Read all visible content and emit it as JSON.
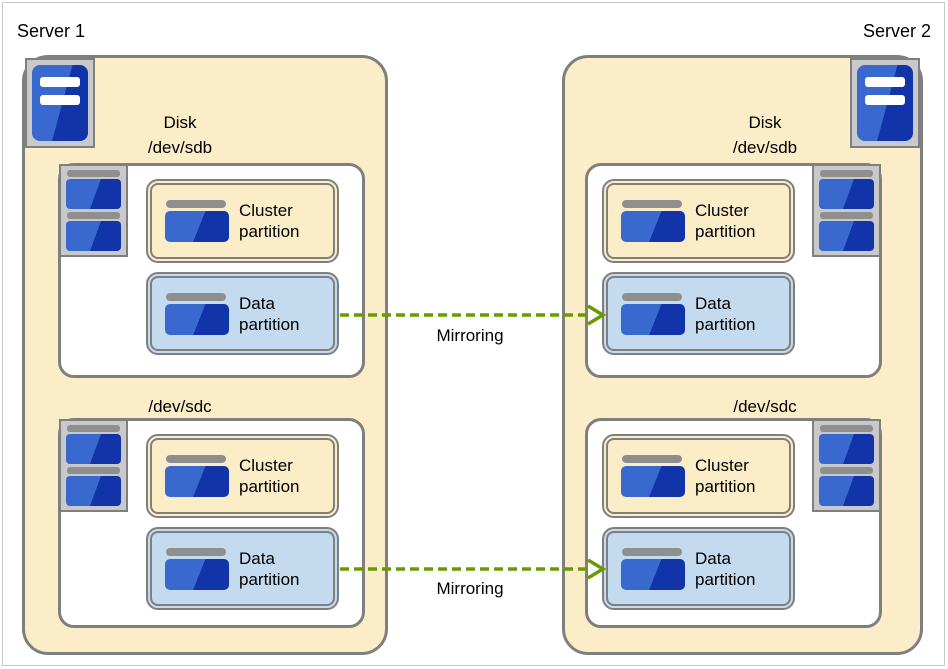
{
  "colors": {
    "server_fill": "#FBEDC8",
    "cluster_partition_fill": "#FBEDC8",
    "data_partition_fill": "#C4DAEF",
    "box_border": "#7F7F7F",
    "icon_frame": "#C9C9C9",
    "icon_bar": "#8F8F8F",
    "icon_blue_light": "#3968CE",
    "icon_blue_dark": "#1135A8",
    "arrow_green": "#689B00",
    "outer_frame": "#C9C9C9"
  },
  "servers": [
    {
      "name": "Server 1",
      "disks": [
        {
          "title": "Disk",
          "device": "/dev/sdb",
          "partitions": [
            {
              "label": "Cluster partition",
              "type": "cluster"
            },
            {
              "label": "Data partition",
              "type": "data"
            }
          ]
        },
        {
          "device": "/dev/sdc",
          "partitions": [
            {
              "label": "Cluster partition",
              "type": "cluster"
            },
            {
              "label": "Data partition",
              "type": "data"
            }
          ]
        }
      ]
    },
    {
      "name": "Server 2",
      "disks": [
        {
          "title": "Disk",
          "device": "/dev/sdb",
          "partitions": [
            {
              "label": "Cluster partition",
              "type": "cluster"
            },
            {
              "label": "Data partition",
              "type": "data"
            }
          ]
        },
        {
          "device": "/dev/sdc",
          "partitions": [
            {
              "label": "Cluster partition",
              "type": "cluster"
            },
            {
              "label": "Data partition",
              "type": "data"
            }
          ]
        }
      ]
    }
  ],
  "arrows": [
    {
      "label": "Mirroring",
      "from": "Server 1 /dev/sdb Data partition",
      "to": "Server 2 /dev/sdb Data partition"
    },
    {
      "label": "Mirroring",
      "from": "Server 1 /dev/sdc Data partition",
      "to": "Server 2 /dev/sdc Data partition"
    }
  ]
}
